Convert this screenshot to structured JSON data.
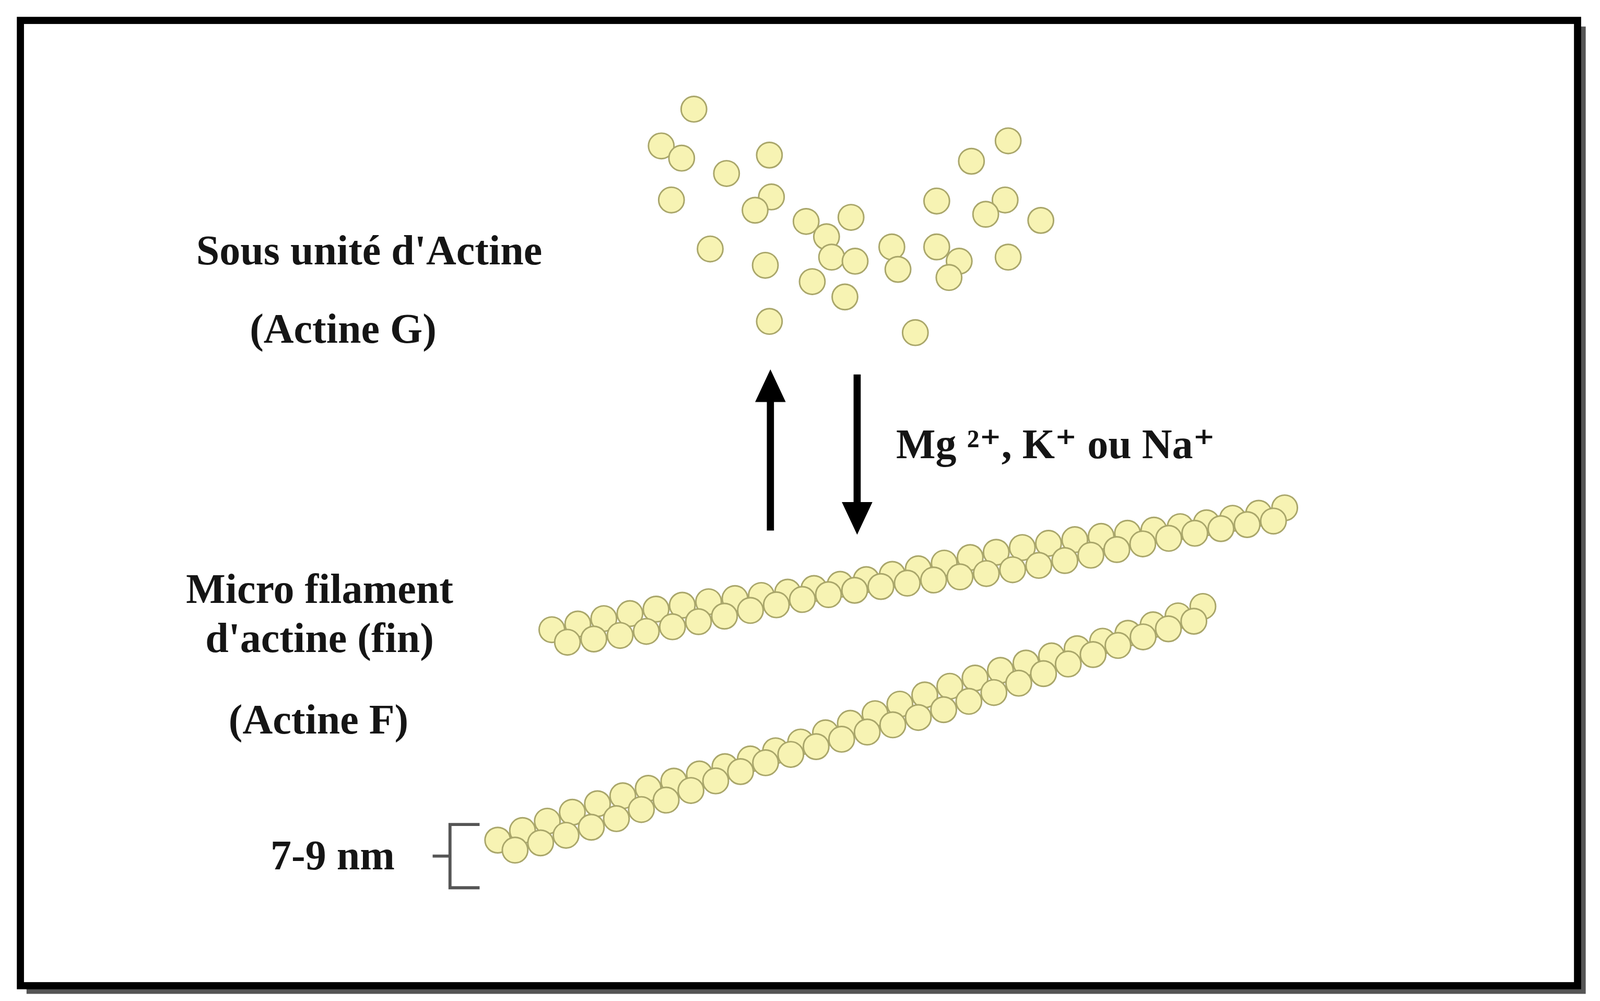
{
  "diagram": {
    "labels": [
      "Sous unité d'Actine",
      "(Actine G)",
      "Mg ²⁺, K⁺ ou Na⁺",
      "Micro filament d'actine (fin)",
      "(Actine F)",
      "7-9 nm"
    ]
  }
}
